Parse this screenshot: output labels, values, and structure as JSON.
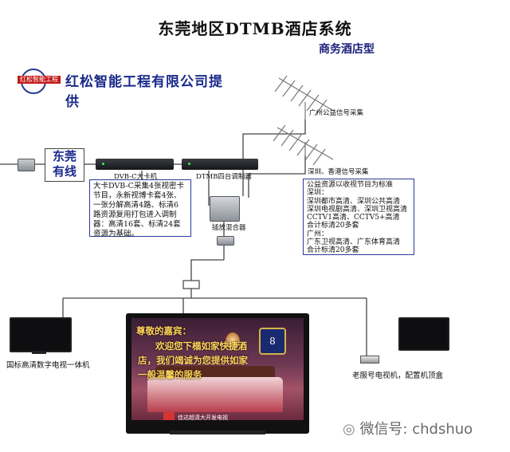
{
  "title": "东莞地区DTMB酒店系统",
  "subtitle": "商务酒店型",
  "company": {
    "logo_text": "红松智能工程",
    "name": "红松智能工程有限公司提供"
  },
  "cable_label": {
    "line1": "东莞",
    "line2": "有线"
  },
  "devices": {
    "dvbc_card": "DVB-C大卡机",
    "dtmb_modulator": "DTMB四台调制器",
    "mixer": "插放混合器",
    "antenna_guangzhou": "广州公益信号采集",
    "antenna_shenzhen": "深圳、香港信号采集"
  },
  "left_note": [
    "大卡DVB-C采集4张视密卡",
    "节目，永新视博卡套4张、",
    "一张分解高清4路、标清6",
    "路资源复用打包进入调制",
    "器：高清16套、标清24套",
    "资源为基础。"
  ],
  "right_note": [
    "公益资源以收视节目为标准",
    "深圳：",
    "深圳都市高清、深圳公共高清",
    "深圳电视剧高清、深圳卫视高清",
    "CCTV1高清、CCTV5+高清",
    "合计标清20多套",
    "广州：",
    "广东卫视高清、广东体育高清",
    "合计标清20多套"
  ],
  "tv_left_label": "国标高清数字电视一体机",
  "tv_right_label": "老服号电视机，配置机顶盒",
  "tv_screen": {
    "line1": "尊敬的嘉宾：",
    "line2": "欢迎您下榻如家快捷酒",
    "line3": "店，我们竭诚为您提供如家",
    "line4": "一般温馨的服务",
    "caption": "佳达超清大开发电视"
  },
  "watermark": "微信号: chdshuo",
  "colors": {
    "line": "#444444",
    "box_border": "#2a3a99",
    "company_text": "#1a2a8a",
    "logo_red": "#c41a1a",
    "welcome_text": "#ffd45a"
  }
}
